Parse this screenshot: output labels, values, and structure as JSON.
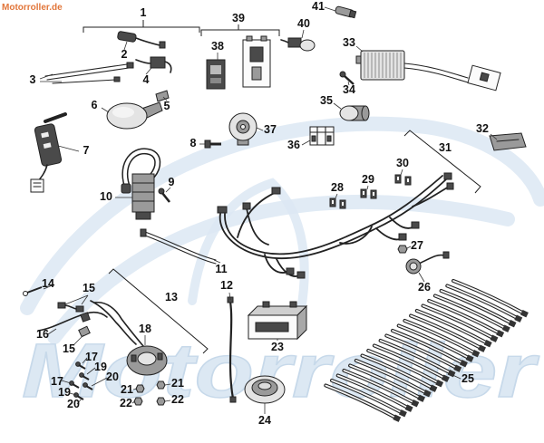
{
  "site_watermark": "Motorroller.de",
  "logo_watermark": "Motorroller",
  "callouts": [
    "1",
    "2",
    "3",
    "4",
    "5",
    "6",
    "7",
    "8",
    "9",
    "10",
    "11",
    "12",
    "13",
    "14",
    "15",
    "15",
    "16",
    "17",
    "17",
    "18",
    "19",
    "19",
    "20",
    "20",
    "21",
    "21",
    "22",
    "22",
    "23",
    "24",
    "25",
    "26",
    "27",
    "28",
    "29",
    "30",
    "31",
    "32",
    "33",
    "34",
    "35",
    "36",
    "37",
    "38",
    "39",
    "40",
    "41"
  ],
  "colors": {
    "site_watermark": "#e2763a",
    "logo_watermark": "#dce8f3",
    "line_art": "#222222"
  }
}
